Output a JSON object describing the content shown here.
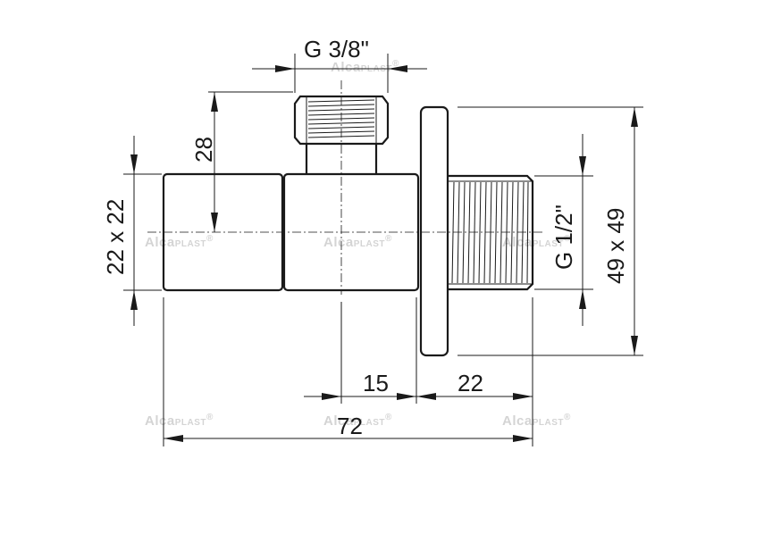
{
  "dimensions": {
    "top_thread": "G 3/8\"",
    "height_top": "28",
    "body_square": "22 x 22",
    "side_thread": "G 1/2\"",
    "flange_size": "49 x 49",
    "offset_center": "15",
    "thread_length": "22",
    "total_length": "72"
  },
  "watermark": {
    "brand": "Alca",
    "suffix": "PLAST",
    "mark": "®"
  },
  "colors": {
    "line": "#1a1a1a",
    "watermark": "#d4d4d4",
    "background": "#ffffff"
  }
}
